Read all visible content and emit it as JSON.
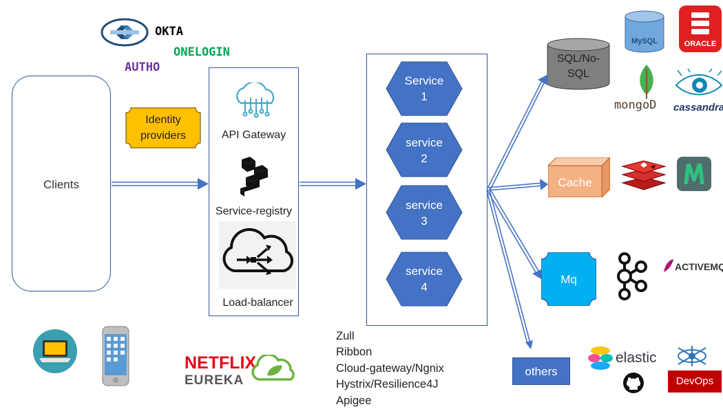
{
  "identity": {
    "okta": "OKTA",
    "onelogin": "ONELOGIN",
    "autho": "AUTHO",
    "providers_line1": "Identity",
    "providers_line2": "providers"
  },
  "clients": {
    "label": "Clients"
  },
  "gateway_box": {
    "api_gateway": "API Gateway",
    "service_registry": "Service-registry",
    "load_balancer": "Load-balancer"
  },
  "services": [
    {
      "line1": "Service",
      "line2": "1"
    },
    {
      "line1": "service",
      "line2": "2"
    },
    {
      "line1": "service",
      "line2": "3"
    },
    {
      "line1": "service",
      "line2": "4"
    }
  ],
  "tools": [
    "Zull",
    "Ribbon",
    "Cloud-gateway/Ngnix",
    "Hystrix/Resilience4J",
    "Apigee"
  ],
  "targets": {
    "db_line1": "SQL/No-",
    "db_line2": "SQL",
    "cache": "Cache",
    "mq": "Mq",
    "others": "others"
  },
  "logos": {
    "mysql": "MySQL",
    "oracle": "ORACLE",
    "mongodb": "mongoD",
    "cassandra": "cassandra",
    "activemq": "ACTIVEMQ",
    "elastic": "elastic",
    "devops": "DevOps",
    "netflix": "NETFLIX",
    "eureka": "EUREKA"
  },
  "colors": {
    "service_blue": "#4472C4",
    "box_border": "#2F5597",
    "identity_yellow": "#FFC000",
    "cache_orange": "#F4B183",
    "mq_cyan": "#00B0F0",
    "okta_text": "#000000",
    "onelogin_text": "#00A651",
    "autho_text": "#7030A0"
  }
}
